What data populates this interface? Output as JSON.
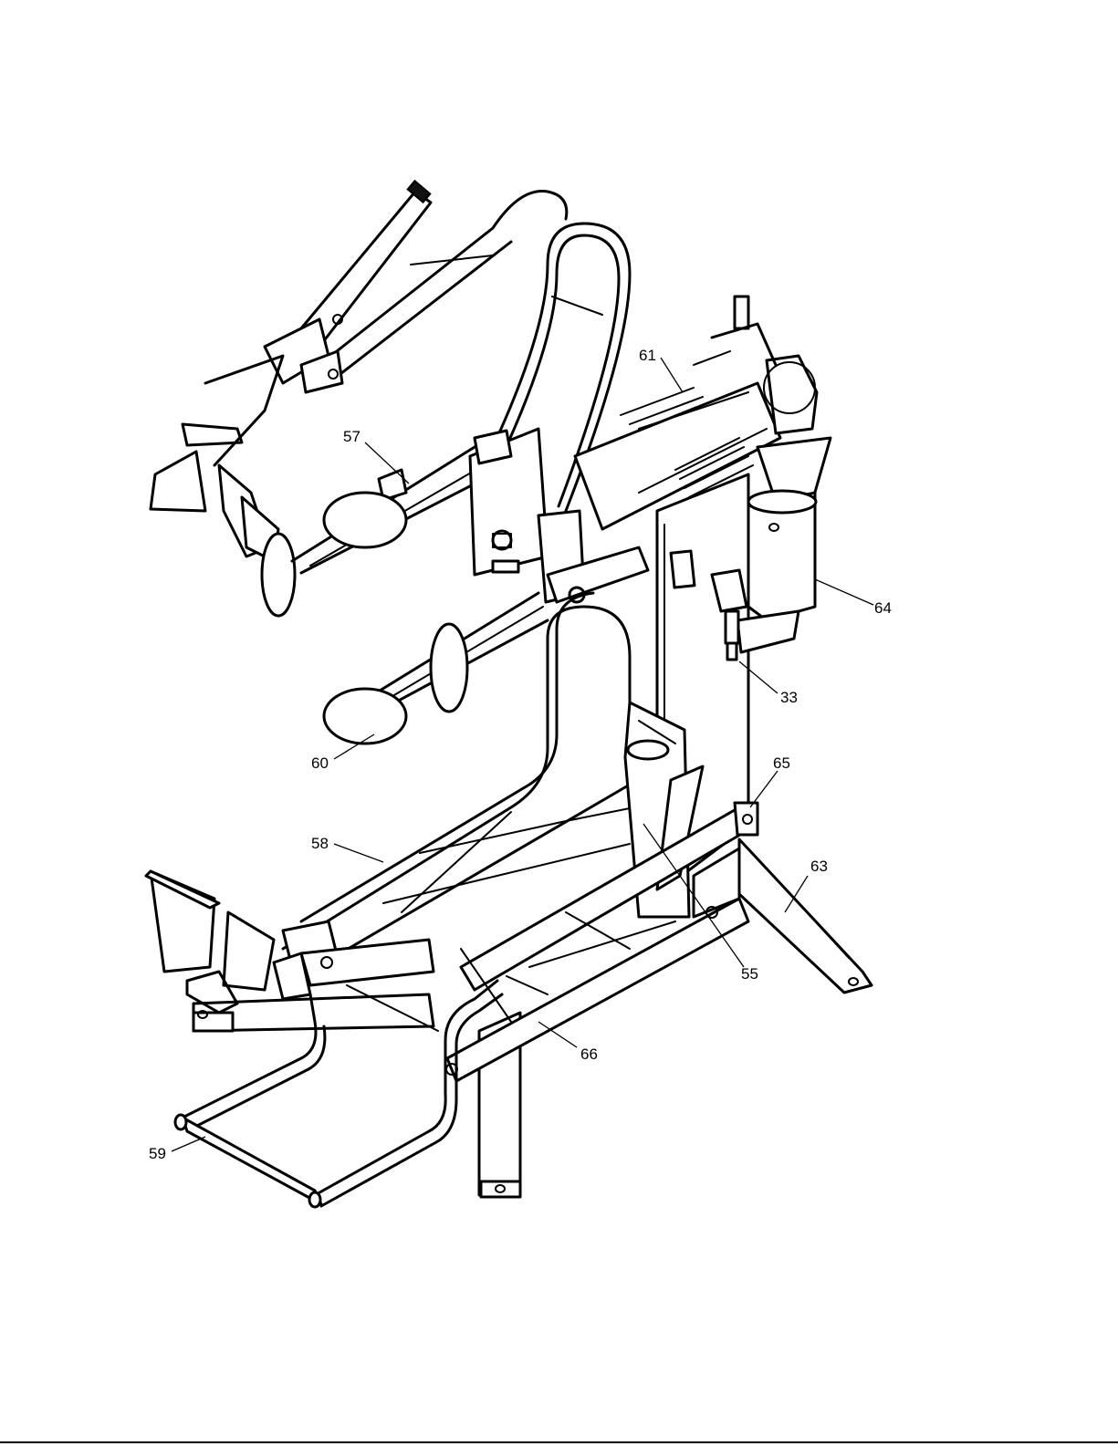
{
  "callouts": [
    {
      "id": "57",
      "label": "57"
    },
    {
      "id": "61",
      "label": "61"
    },
    {
      "id": "64",
      "label": "64"
    },
    {
      "id": "33",
      "label": "33"
    },
    {
      "id": "60",
      "label": "60"
    },
    {
      "id": "65",
      "label": "65"
    },
    {
      "id": "63",
      "label": "63"
    },
    {
      "id": "58",
      "label": "58"
    },
    {
      "id": "55",
      "label": "55"
    },
    {
      "id": "66",
      "label": "66"
    },
    {
      "id": "59",
      "label": "59"
    }
  ],
  "colors": {
    "line": "#000000",
    "background": "#ffffff"
  }
}
